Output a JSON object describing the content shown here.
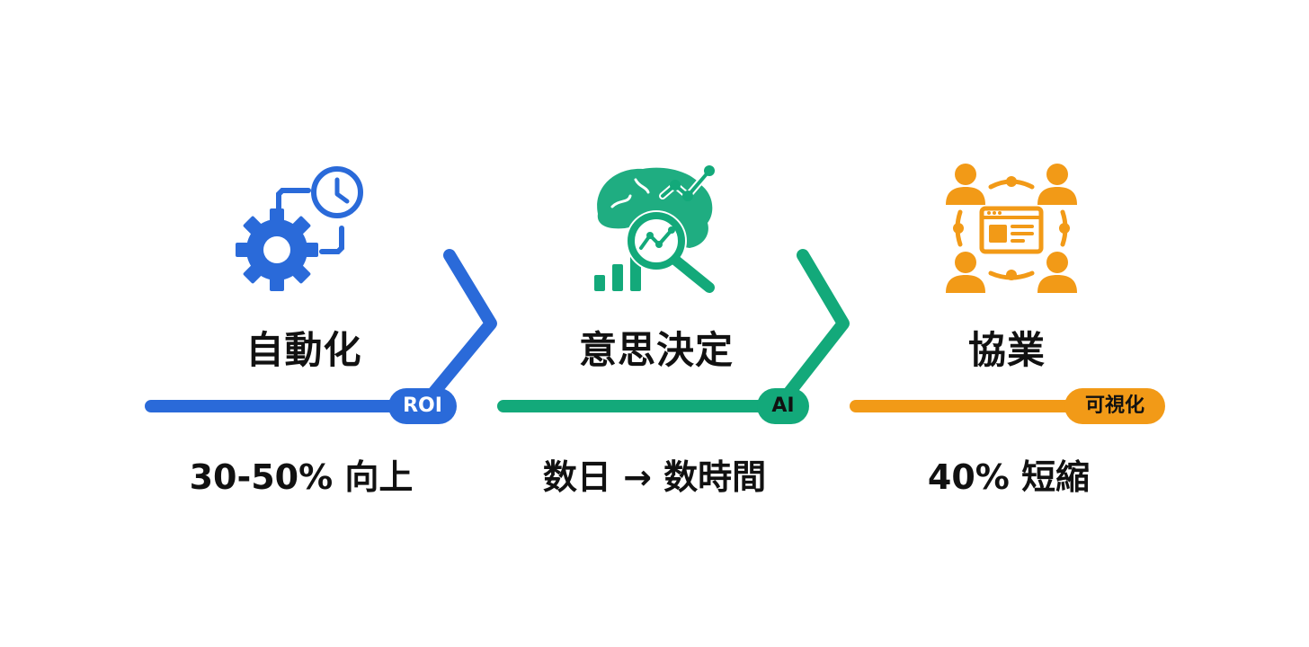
{
  "colors": {
    "blue": "#2a6ad9",
    "green": "#13a97a",
    "orange": "#f29a17",
    "text": "#111111"
  },
  "steps": [
    {
      "title": "自動化",
      "badge": "ROI",
      "metric": "30-50% 向上",
      "icon": "gear-clock-icon",
      "color": "#2a6ad9"
    },
    {
      "title": "意思決定",
      "badge": "AI",
      "metric": "数日 → 数時間",
      "icon": "brain-analytics-icon",
      "color": "#13a97a"
    },
    {
      "title": "協業",
      "badge": "可視化",
      "metric": "40% 短縮",
      "icon": "team-collaboration-icon",
      "color": "#f29a17"
    }
  ]
}
